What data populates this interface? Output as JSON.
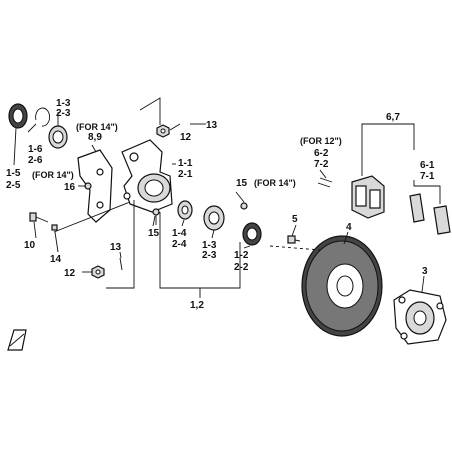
{
  "labels": {
    "l_1_3": "1-3",
    "l_2_3_top": "2-3",
    "l_for14_a": "(FOR 14\")",
    "l_8_9": "8,9",
    "l_1_5": "1-5",
    "l_2_5": "2-5",
    "l_1_6": "1-6",
    "l_2_6": "2-6",
    "l_for14_b": "(FOR 14\")",
    "l_16": "16",
    "l_12_top": "12",
    "l_13_top": "13",
    "l_1_1": "1-1",
    "l_2_1": "2-1",
    "l_15_top": "15",
    "l_for14_c": "(FOR 14\")",
    "l_10": "10",
    "l_14": "14",
    "l_15_mid": "15",
    "l_1_4": "1-4",
    "l_2_4": "2-4",
    "l_1_3b": "1-3",
    "l_2_3b": "2-3",
    "l_1_2": "1-2",
    "l_2_2": "2-2",
    "l_13_bot": "13",
    "l_12_bot": "12",
    "l_1_2_group": "1,2",
    "l_for12": "(FOR 12\")",
    "l_6_2": "6-2",
    "l_7_2": "7-2",
    "l_6_7": "6,7",
    "l_6_1": "6-1",
    "l_7_1": "7-1",
    "l_5": "5",
    "l_4": "4",
    "l_3": "3"
  }
}
